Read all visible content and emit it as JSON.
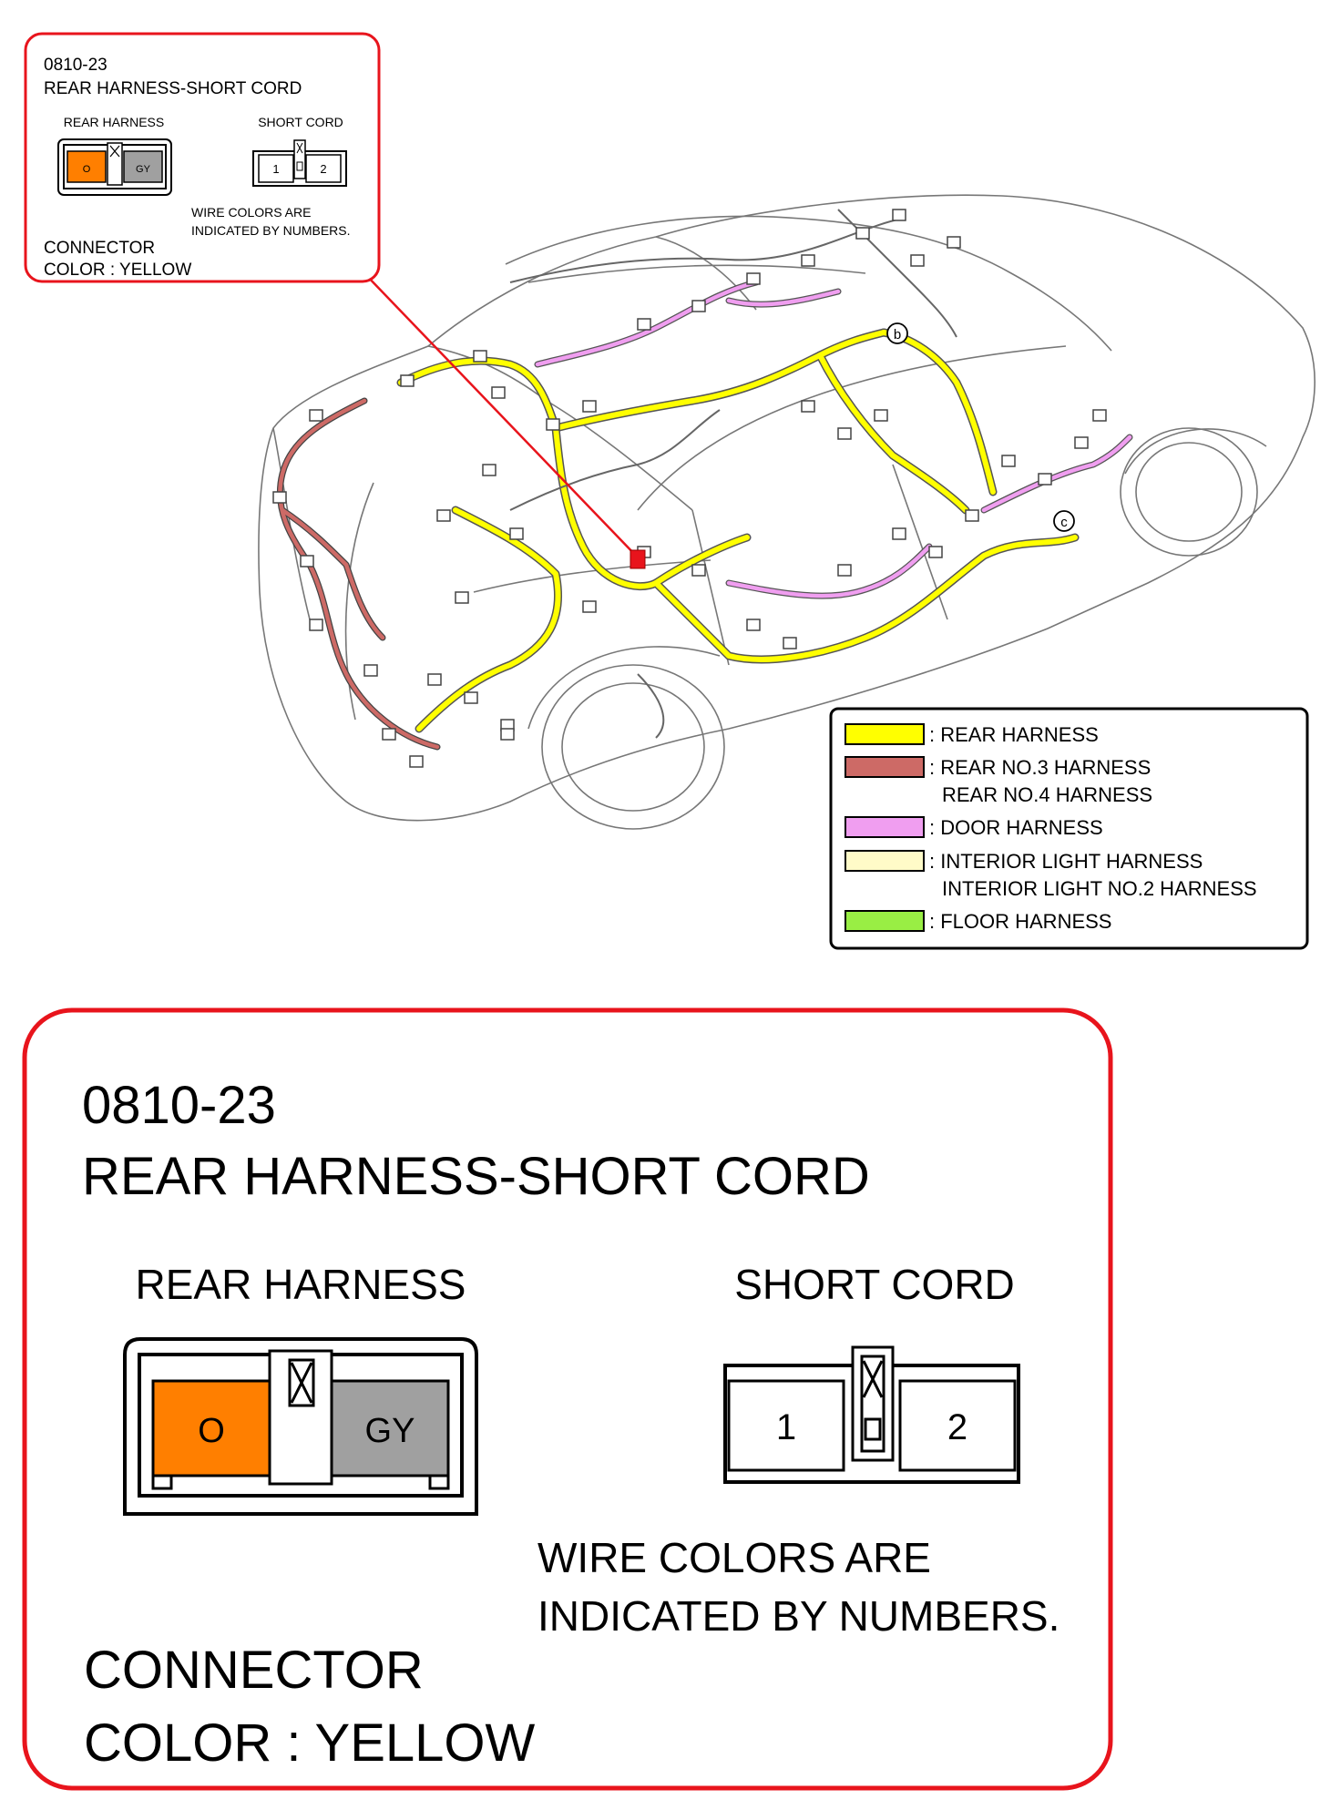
{
  "small_callout": {
    "code": "0810-23",
    "title": "REAR HARNESS-SHORT CORD",
    "left_label": "REAR HARNESS",
    "right_label": "SHORT CORD",
    "pin_o": "O",
    "pin_gy": "GY",
    "pin_1": "1",
    "pin_2": "2",
    "note_line1": "WIRE COLORS ARE",
    "note_line2": "INDICATED BY NUMBERS.",
    "connector_line1": "CONNECTOR",
    "connector_line2": "COLOR : YELLOW"
  },
  "markers": {
    "b": "b",
    "c": "c"
  },
  "legend": {
    "items": [
      {
        "color": "#ffff00",
        "lines": [
          ": REAR HARNESS"
        ]
      },
      {
        "color": "#cd6a66",
        "lines": [
          ": REAR NO.3 HARNESS",
          "REAR NO.4 HARNESS"
        ]
      },
      {
        "color": "#f09ef0",
        "lines": [
          ": DOOR HARNESS"
        ]
      },
      {
        "color": "#fffbc8",
        "lines": [
          ": INTERIOR LIGHT HARNESS",
          "INTERIOR LIGHT NO.2 HARNESS"
        ]
      },
      {
        "color": "#99ee44",
        "lines": [
          ": FLOOR HARNESS"
        ]
      }
    ]
  },
  "big_callout": {
    "code": "0810-23",
    "title": "REAR HARNESS-SHORT CORD",
    "left_label": "REAR HARNESS",
    "right_label": "SHORT CORD",
    "pin_o": "O",
    "pin_gy": "GY",
    "pin_1": "1",
    "pin_2": "2",
    "note_line1": "WIRE COLORS ARE",
    "note_line2": "INDICATED BY NUMBERS.",
    "connector_line1": "CONNECTOR",
    "connector_line2": "COLOR : YELLOW"
  },
  "colors": {
    "callout_border": "#e8141c",
    "orange_pin": "#ff7f00",
    "gray_pin": "#a0a0a0",
    "rear_harness": "#ffff00",
    "rear_no3": "#b55d5b",
    "door": "#e59ce5",
    "connector_red": "#e8141c"
  }
}
